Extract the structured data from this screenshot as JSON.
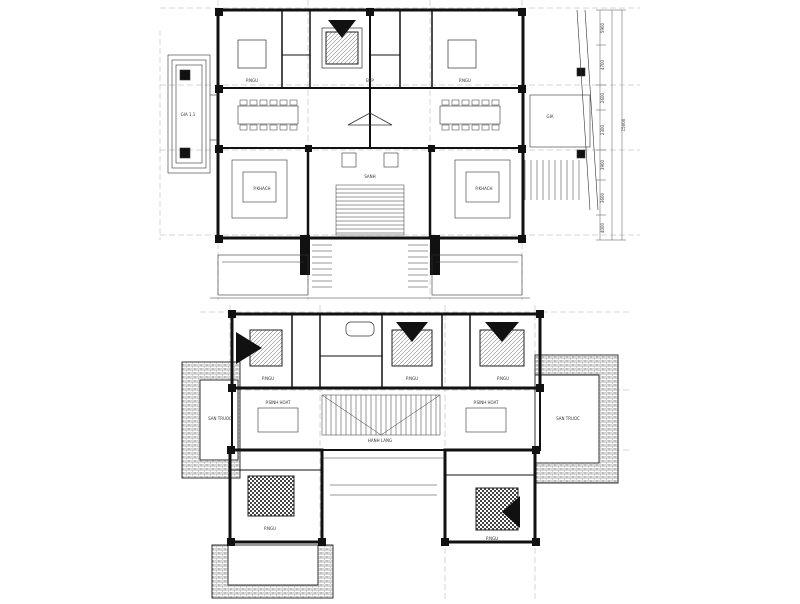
{
  "plans": [
    {
      "id": "upper",
      "room_labels": [
        "GIA 1.1",
        "GIA",
        "P.KHACH",
        "P.NGU",
        "P.NGU",
        "P.KHACH",
        "SANH",
        "BEP"
      ],
      "dimensions": [
        "5900",
        "4700",
        "15000",
        "2600",
        "2300",
        "3900",
        "3600",
        "4000"
      ]
    },
    {
      "id": "lower",
      "room_labels": [
        "SAN TRUOC",
        "SAN TRUOC",
        "P.NGU",
        "P.NGU",
        "P.NGU",
        "P.NGU",
        "P.NGU",
        "P.SINH HOAT",
        "P.SINH HOAT",
        "HANH LANG"
      ]
    }
  ],
  "colors": {
    "line": "#111111",
    "thin": "#555555",
    "hatch": "#777777"
  }
}
